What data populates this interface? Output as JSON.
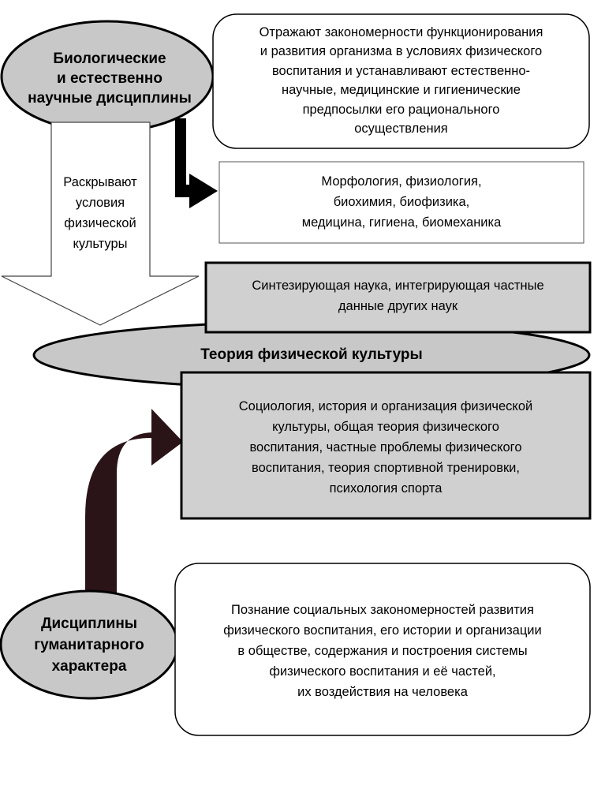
{
  "bio_disciplines": {
    "label_lines": [
      "Биологические",
      "и естественно",
      "научные дисциплины"
    ]
  },
  "bio_description": {
    "lines": [
      "Отражают закономерности функционирования",
      "и развития организма в условиях физического",
      "воспитания и устанавливают естественно-",
      "научные, медицинские и гигиенические",
      "предпосылки его рационального",
      "осуществления"
    ]
  },
  "reveal_arrow": {
    "lines": [
      "Раскрывают",
      "условия",
      "физической",
      "культуры"
    ]
  },
  "bio_sciences": {
    "lines": [
      "Морфология, физиология,",
      "биохимия, биофизика,",
      "медицина, гигиена, биомеханика"
    ]
  },
  "synthesis": {
    "lines": [
      "Синтезирующая наука, интегрирующая частные",
      "данные других наук"
    ]
  },
  "theory": {
    "label": "Теория физической культуры"
  },
  "social_sciences": {
    "lines": [
      "Социология, история и организация физической",
      "культуры, общая теория физического",
      "воспитания, частные проблемы физического",
      "воспитания, теория спортивной тренировки,",
      "психология спорта"
    ]
  },
  "humanities": {
    "label_lines": [
      "Дисциплины",
      "гуманитарного",
      "характера"
    ]
  },
  "humanities_description": {
    "lines": [
      "Познание социальных закономерностей развития",
      "физического воспитания, его истории и организации",
      "в обществе, содержания и построения системы",
      "физического воспитания и её частей,",
      "их воздействия на человека"
    ]
  },
  "colors": {
    "ellipse_fill": "#c8c8c8",
    "gray_box_fill": "#d0d0d0",
    "dark_arrow": "#2a1418",
    "outline": "#000000"
  }
}
